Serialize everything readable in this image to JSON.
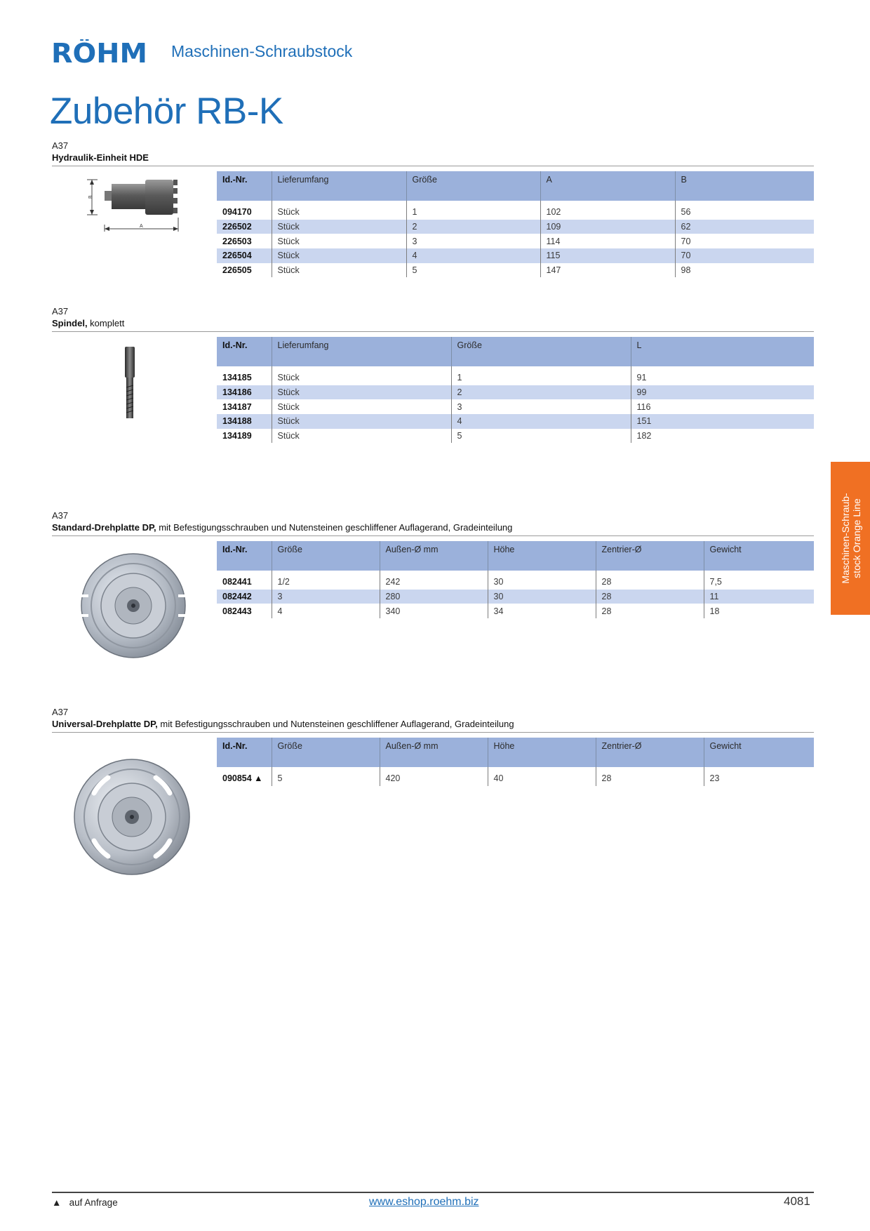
{
  "header": {
    "logo_text": "RÖHM",
    "category": "Maschinen-Schraubstock",
    "title": "Zubehör RB-K"
  },
  "sections": [
    {
      "code": "A37",
      "title_bold": "Hydraulik-Einheit HDE",
      "title_rest": "",
      "image_labels": [
        "B",
        "A"
      ],
      "headers": [
        "Id.-Nr.",
        "Lieferumfang",
        "Größe",
        "A",
        "B"
      ],
      "rows": [
        [
          "094170",
          "Stück",
          "1",
          "102",
          "56"
        ],
        [
          "226502",
          "Stück",
          "2",
          "109",
          "62"
        ],
        [
          "226503",
          "Stück",
          "3",
          "114",
          "70"
        ],
        [
          "226504",
          "Stück",
          "4",
          "115",
          "70"
        ],
        [
          "226505",
          "Stück",
          "5",
          "147",
          "98"
        ]
      ]
    },
    {
      "code": "A37",
      "title_bold": "Spindel,",
      "title_rest": " komplett",
      "headers": [
        "Id.-Nr.",
        "Lieferumfang",
        "Größe",
        "L"
      ],
      "rows": [
        [
          "134185",
          "Stück",
          "1",
          "91"
        ],
        [
          "134186",
          "Stück",
          "2",
          "99"
        ],
        [
          "134187",
          "Stück",
          "3",
          "116"
        ],
        [
          "134188",
          "Stück",
          "4",
          "151"
        ],
        [
          "134189",
          "Stück",
          "5",
          "182"
        ]
      ]
    },
    {
      "code": "A37",
      "title_bold": "Standard-Drehplatte DP,",
      "title_rest": " mit Befestigungsschrauben und Nutensteinen geschliffener Auflagerand, Gradeinteilung",
      "headers": [
        "Id.-Nr.",
        "Größe",
        "Außen-Ø mm",
        "Höhe",
        "Zentrier-Ø",
        "Gewicht"
      ],
      "rows": [
        [
          "082441",
          "1/2",
          "242",
          "30",
          "28",
          "7,5"
        ],
        [
          "082442",
          "3",
          "280",
          "30",
          "28",
          "11"
        ],
        [
          "082443",
          "4",
          "340",
          "34",
          "28",
          "18"
        ]
      ]
    },
    {
      "code": "A37",
      "title_bold": "Universal-Drehplatte DP,",
      "title_rest": " mit Befestigungsschrauben und Nutensteinen geschliffener Auflagerand, Gradeinteilung",
      "headers": [
        "Id.-Nr.",
        "Größe",
        "Außen-Ø mm",
        "Höhe",
        "Zentrier-Ø",
        "Gewicht"
      ],
      "rows": [
        [
          "090854 ▲",
          "5",
          "420",
          "40",
          "28",
          "23"
        ]
      ]
    }
  ],
  "side_tab": {
    "line1": "Maschinen-Schraub-",
    "line2": "stock Orange Line",
    "color": "#f07023"
  },
  "footer": {
    "note_symbol": "▲",
    "note_text": "auf Anfrage",
    "url": "www.eshop.roehm.biz",
    "page_number": "4081"
  },
  "colors": {
    "brand_blue": "#1f6fb8",
    "table_header": "#9bb1db",
    "row_shade": "#cad6ef"
  }
}
